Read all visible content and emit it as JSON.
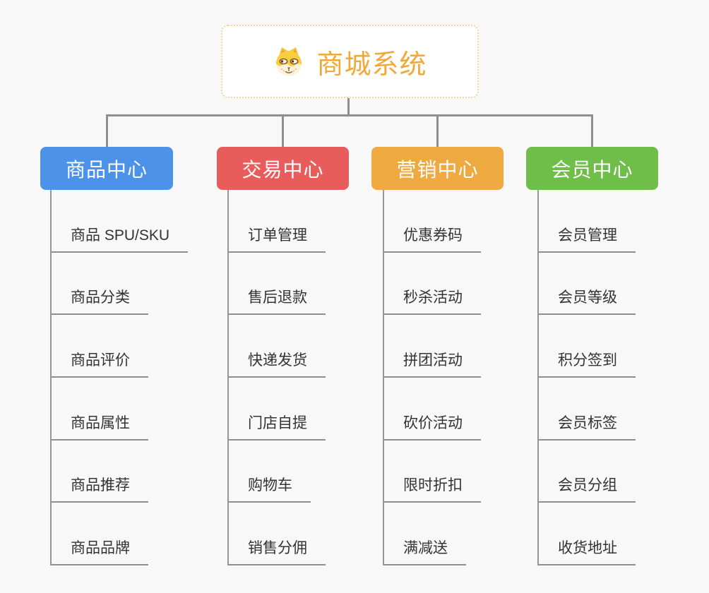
{
  "page": {
    "background_color": "#f8f8f8",
    "connector_color": "#8f8f8f"
  },
  "root": {
    "title": "商城系统",
    "icon": "shiba-dog-icon",
    "text_color": "#f1a83b",
    "border_color": "#f6d49b"
  },
  "branches": [
    {
      "label": "商品中心",
      "color": "#4b92e8",
      "children": [
        "商品 SPU/SKU",
        "商品分类",
        "商品评价",
        "商品属性",
        "商品推荐",
        "商品品牌"
      ]
    },
    {
      "label": "交易中心",
      "color": "#e95c5c",
      "children": [
        "订单管理",
        "售后退款",
        "快递发货",
        "门店自提",
        "购物车",
        "销售分佣"
      ]
    },
    {
      "label": "营销中心",
      "color": "#efa941",
      "children": [
        "优惠券码",
        "秒杀活动",
        "拼团活动",
        "砍价活动",
        "限时折扣",
        "满减送"
      ]
    },
    {
      "label": "会员中心",
      "color": "#6ebe49",
      "children": [
        "会员管理",
        "会员等级",
        "积分签到",
        "会员标签",
        "会员分组",
        "收货地址"
      ]
    }
  ]
}
